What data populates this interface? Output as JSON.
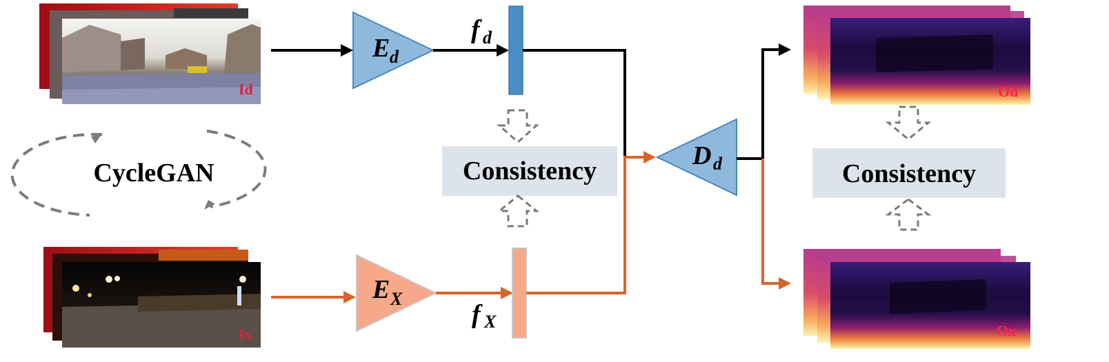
{
  "colors": {
    "day_fill": "#8fb8dd",
    "day_stroke": "#4a86bd",
    "day_feature": "#4a8ec4",
    "night_fill": "#f5a98a",
    "night_stroke": "#c8c8c8",
    "night_line": "#d4652d",
    "black_line": "#000000",
    "consistency_bg": "#dde3ea",
    "image_label": "#e0203a",
    "dashed_gray": "#7a7a7a"
  },
  "left": {
    "day_image_label": "Id",
    "night_image_label": "Ix",
    "cyclegan_label": "CycleGAN"
  },
  "encoders": {
    "day": {
      "symbol": "E",
      "subscript": "d"
    },
    "night": {
      "symbol": "E",
      "subscript": "X"
    }
  },
  "features": {
    "day": {
      "symbol": "f",
      "subscript": "d"
    },
    "night": {
      "symbol": "f",
      "subscript": "X"
    }
  },
  "decoder": {
    "symbol": "D",
    "subscript": "d"
  },
  "consistency": {
    "feature_label": "Consistency",
    "output_label": "Consistency"
  },
  "outputs": {
    "day_output_label": "Od",
    "night_output_label": "Ox"
  }
}
